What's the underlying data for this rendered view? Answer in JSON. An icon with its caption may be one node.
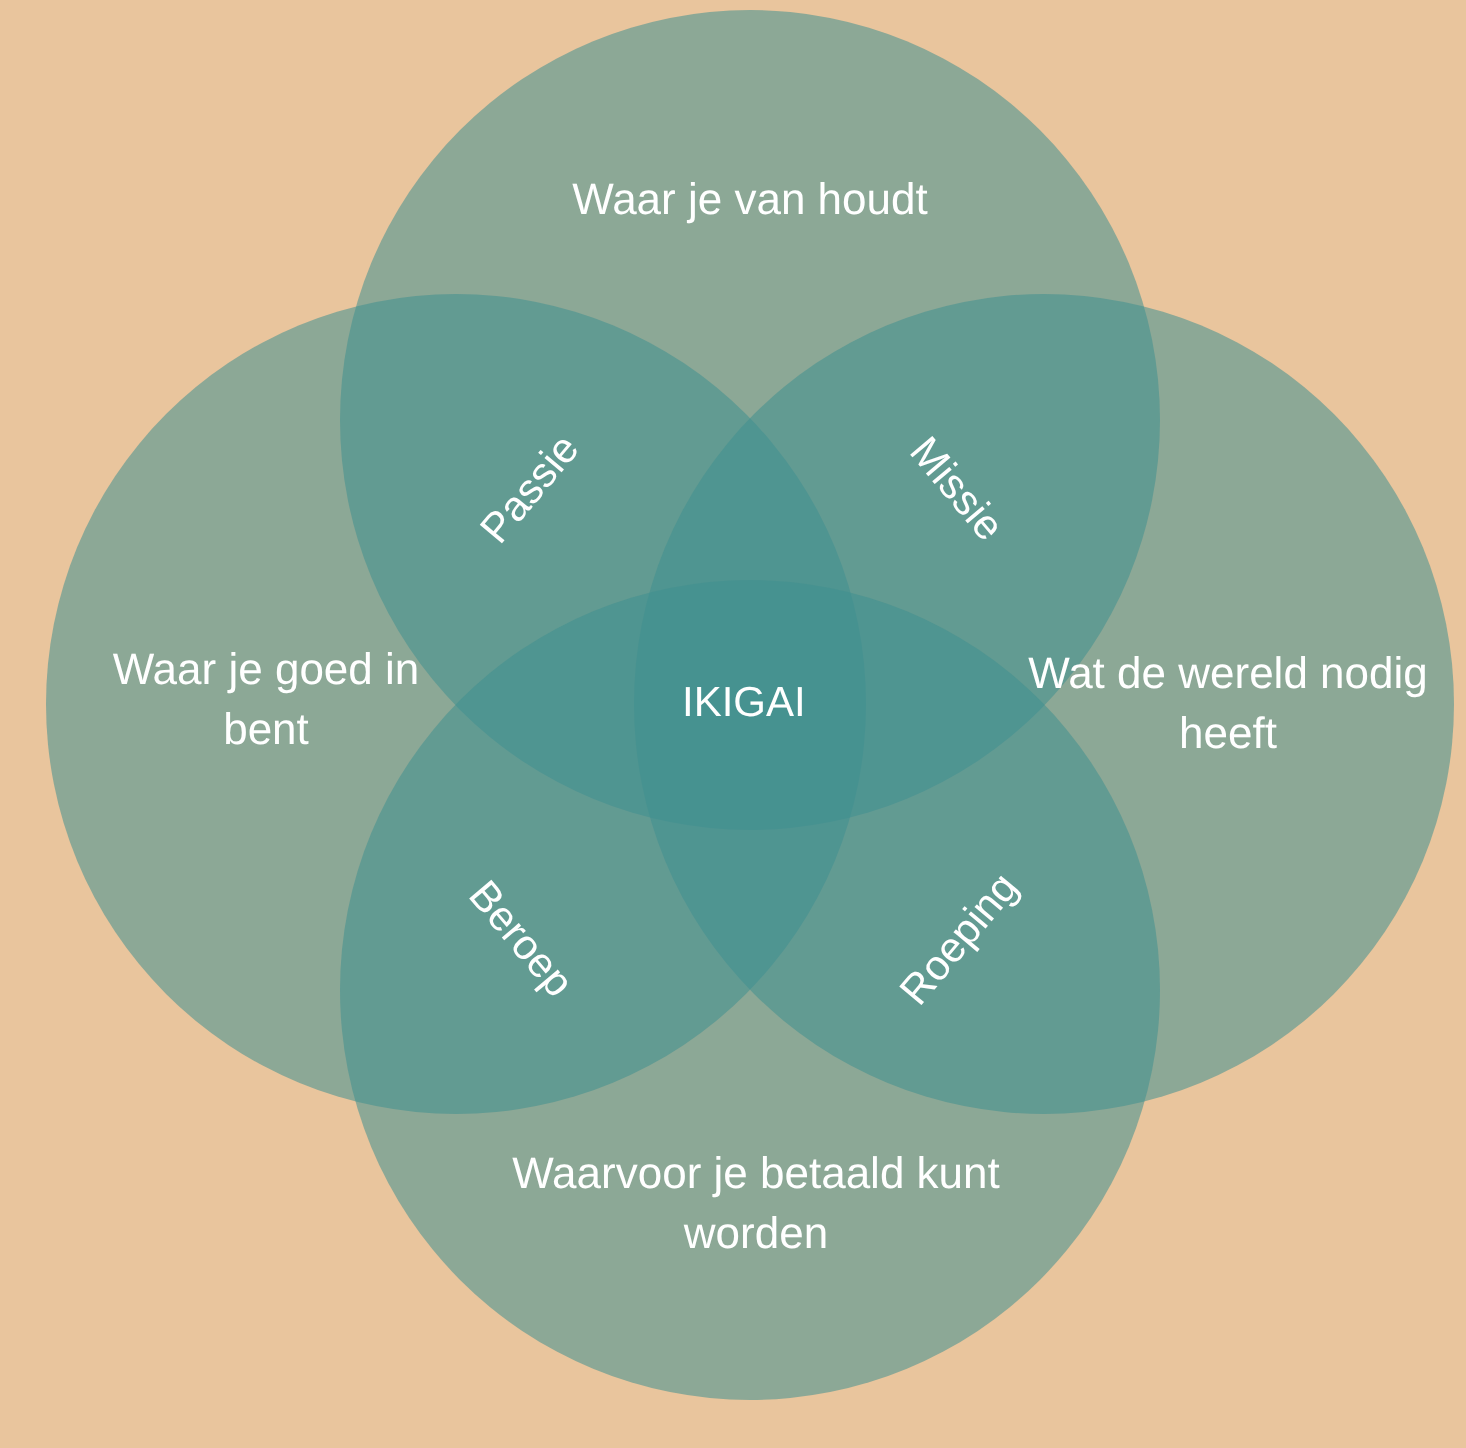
{
  "diagram": {
    "nodes": [
      {
        "text": [
          "Waar je van houdt"
        ]
      },
      {
        "text": [
          "Waar je goed in bent"
        ]
      },
      {
        "text": [
          "Wat de wereld nodig heeft"
        ]
      },
      {
        "text": [
          "Waarvoor je betaald kunt worden"
        ]
      }
    ],
    "labels": [
      "Passie",
      "Missie",
      "IKIGAI",
      "Beroep",
      "Roeping"
    ]
  }
}
